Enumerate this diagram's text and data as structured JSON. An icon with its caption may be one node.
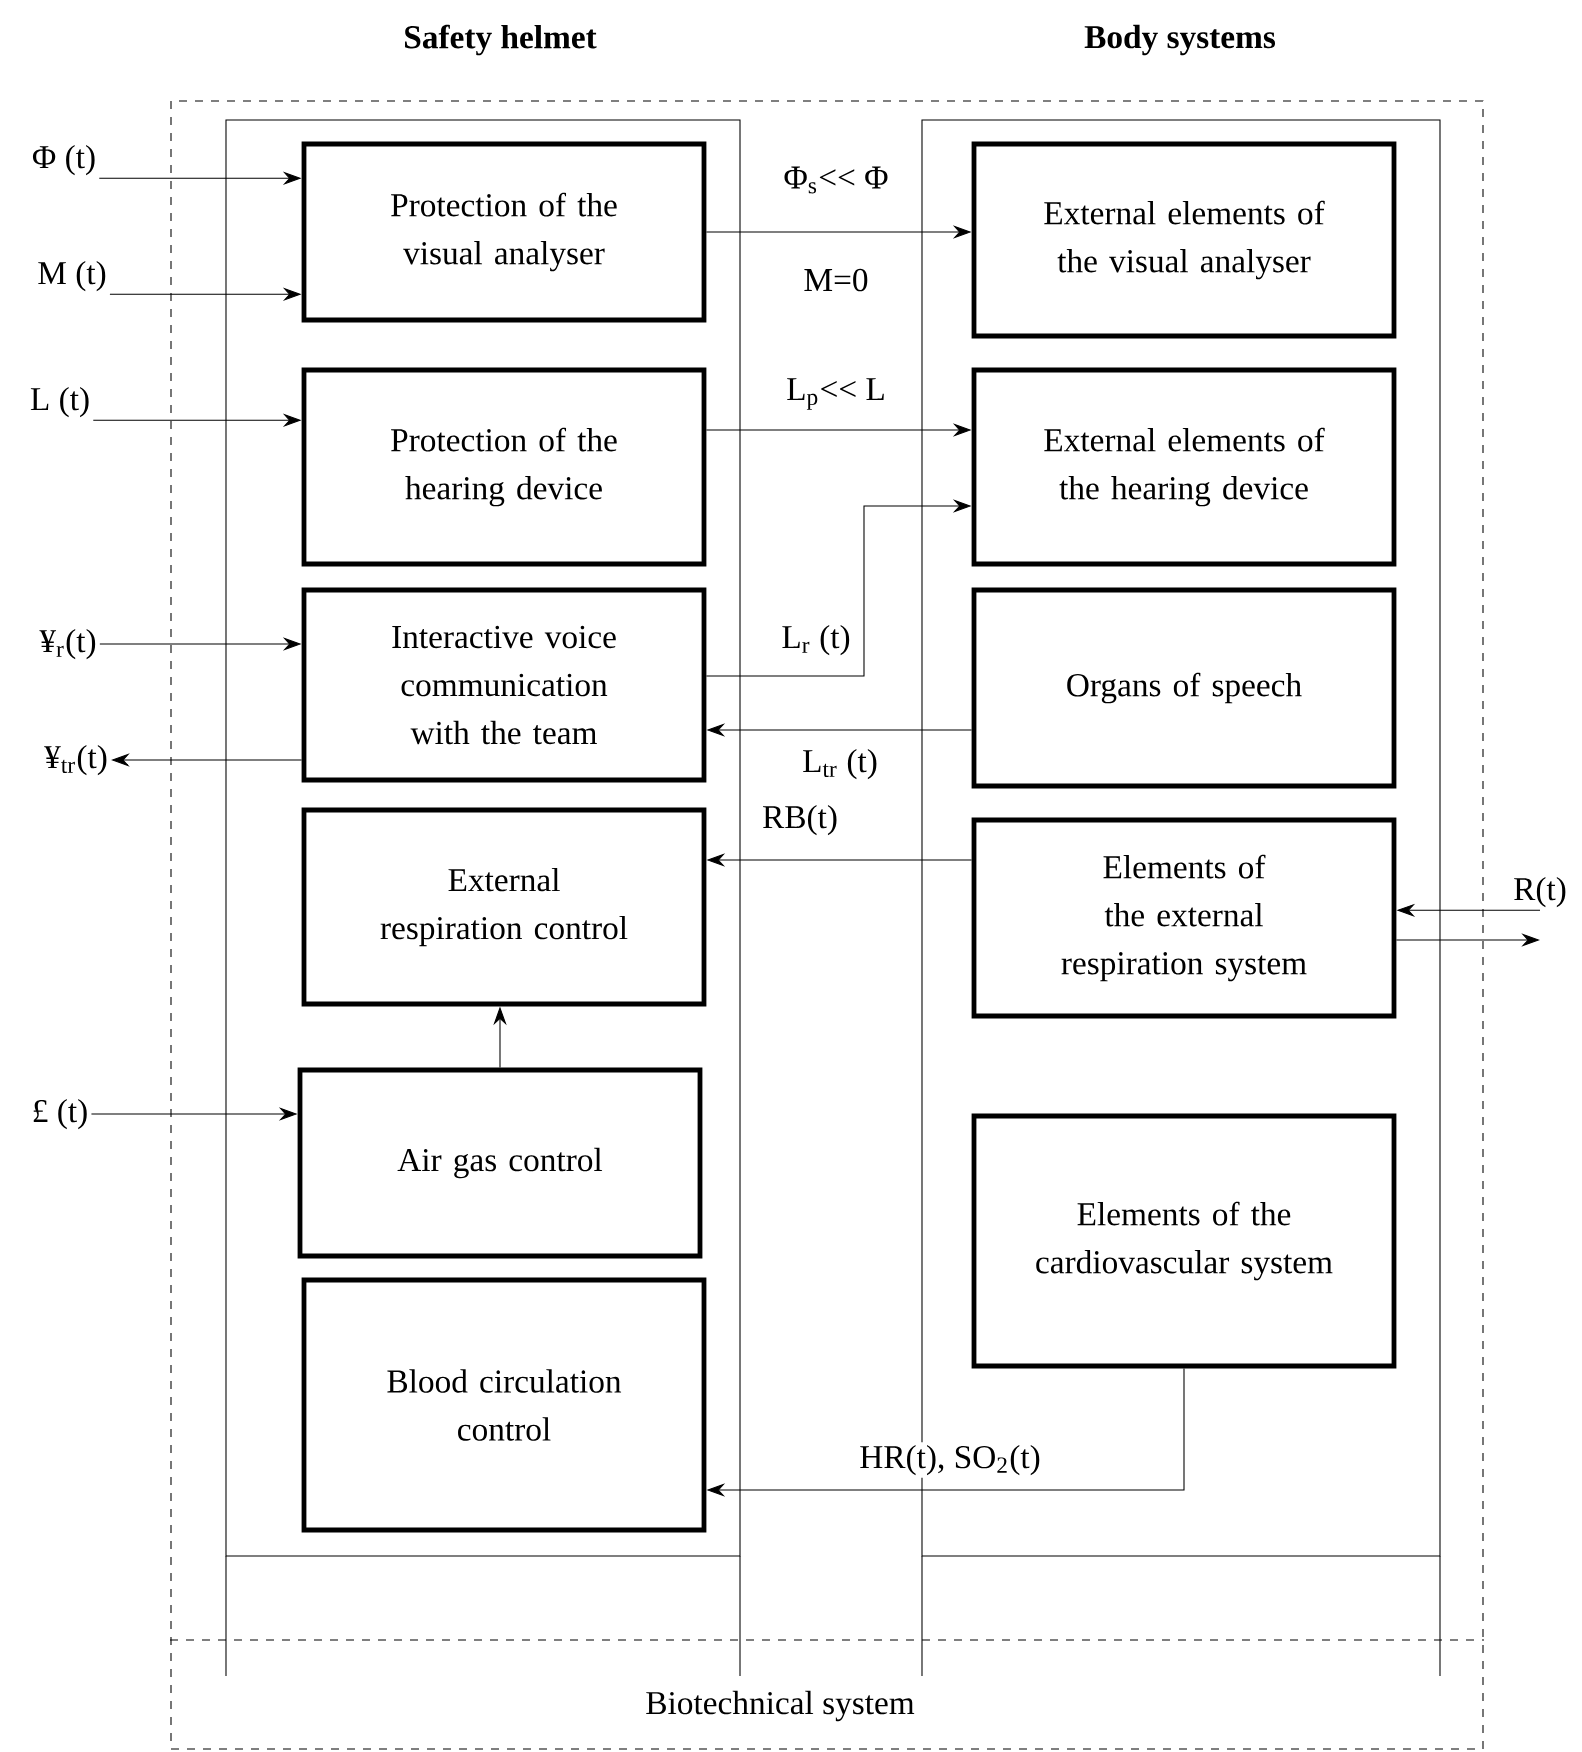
{
  "diagram": {
    "nodes": [
      {
        "text": [
          "Biotechnical system"
        ]
      },
      {
        "text": [
          "Safety helmet"
        ],
        "in": 0
      },
      {
        "text": [
          "Body systems"
        ],
        "in": 0
      },
      {
        "text": [
          "Protection of the visual analyser"
        ],
        "in": 1
      },
      {
        "text": [
          "Protection of the hearing device"
        ],
        "in": 1
      },
      {
        "text": [
          "Interactive voice communication with the team"
        ],
        "in": 1
      },
      {
        "text": [
          "External respiration control"
        ],
        "in": 1
      },
      {
        "text": [
          "Air gas control"
        ],
        "in": 1
      },
      {
        "text": [
          "Blood circulation control"
        ],
        "in": 1
      },
      {
        "text": [
          "External elements of the visual analyser"
        ],
        "in": 2
      },
      {
        "text": [
          "External elements of the hearing device"
        ],
        "in": 2
      },
      {
        "text": [
          "Organs of speech"
        ],
        "in": 2
      },
      {
        "text": [
          "Elements of the external respiration system"
        ],
        "in": 2
      },
      {
        "text": [
          "Elements of the cardiovascular system"
        ],
        "in": 2
      },
      {
        "text": [
          "Φ (t)"
        ]
      },
      {
        "text": [
          "M (t)"
        ]
      },
      {
        "text": [
          "L (t)"
        ]
      },
      {
        "text": [
          "¥$_{r}$(t)"
        ]
      },
      {
        "text": [
          "¥$_{tr}$(t)"
        ]
      },
      {
        "text": [
          "£ (t)"
        ]
      },
      {
        "text": [
          "R(t)"
        ]
      }
    ],
    "edges": [
      {
        "from": 14,
        "to": 3,
        "arrow": "to"
      },
      {
        "from": 15,
        "to": 3,
        "arrow": "to"
      },
      {
        "from": 16,
        "to": 4,
        "arrow": "to"
      },
      {
        "from": 17,
        "to": 5,
        "arrow": "to"
      },
      {
        "from": 5,
        "to": 18,
        "arrow": "to"
      },
      {
        "from": 19,
        "to": 7,
        "arrow": "to"
      },
      {
        "from": 3,
        "to": 9,
        "arrow": "to",
        "label": "Φ$_{s}$<< Φ"
      },
      {
        "from": 4,
        "to": 10,
        "arrow": "to",
        "label": "L$_{p}$<< L"
      },
      {
        "from": 5,
        "to": 10,
        "arrow": "to",
        "label": "L$_{r}$ (t)"
      },
      {
        "from": 11,
        "to": 5,
        "arrow": "to",
        "label": "L$_{tr}$ (t)"
      },
      {
        "from": 12,
        "to": 6,
        "arrow": "to",
        "label": "RB(t)"
      },
      {
        "from": 7,
        "to": 6,
        "arrow": "to"
      },
      {
        "from": 13,
        "to": 8,
        "arrow": "to",
        "label": "HR(t), SO$_{2}$(t)"
      },
      {
        "from": 20,
        "to": 12,
        "arrow": "to"
      },
      {
        "from": 12,
        "to": 20,
        "arrow": "to"
      }
    ],
    "labels": [
      "M=0"
    ]
  }
}
